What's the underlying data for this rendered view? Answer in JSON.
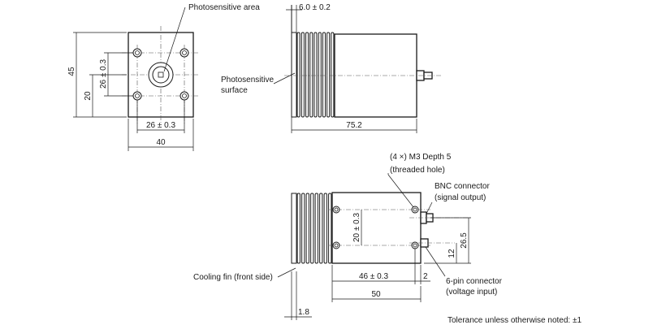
{
  "front_view": {
    "photosensitive_area_label": "Photosensitive area",
    "height_total": "45",
    "height_center": "20",
    "hole_pitch_vertical": "26 ± 0.3",
    "hole_pitch_horizontal": "26 ± 0.3",
    "width_total": "40"
  },
  "side_view_top": {
    "fin_offset": "6.0 ± 0.2",
    "photosensitive_surface_line1": "Photosensitive",
    "photosensitive_surface_line2": "surface",
    "length_total": "75.2"
  },
  "side_view_bottom": {
    "threaded_hole_line1": "(4 ×) M3 Depth 5",
    "threaded_hole_line2": "(threaded hole)",
    "bnc_line1": "BNC connector",
    "bnc_line2": "(signal output)",
    "hole_pitch_vertical": "20 ± 0.3",
    "connector_height": "26.5",
    "pin_height": "12",
    "cooling_fin_label": "Cooling fin (front side)",
    "hole_pitch_horizontal": "46 ± 0.3",
    "edge_offset": "2",
    "body_length": "50",
    "pin_connector_line1": "6-pin connector",
    "pin_connector_line2": "(voltage input)",
    "fin_thickness": "1.8"
  },
  "tolerance_note": "Tolerance unless otherwise noted: ±1"
}
